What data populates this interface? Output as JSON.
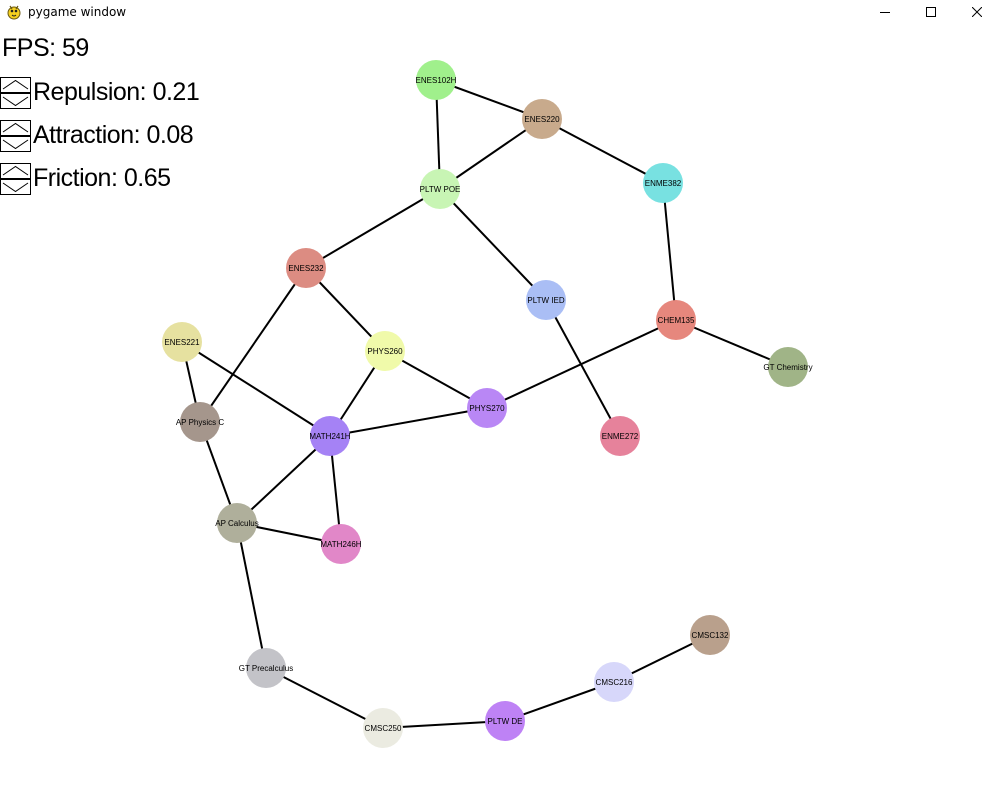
{
  "window": {
    "title": "pygame window",
    "icon": "pygame-snake-icon"
  },
  "controls": {
    "fps_text": "FPS: 59",
    "params": [
      {
        "label": "Repulsion: 0.21",
        "up_icon": "chevron-up-icon",
        "down_icon": "chevron-down-icon"
      },
      {
        "label": "Attraction: 0.08",
        "up_icon": "chevron-up-icon",
        "down_icon": "chevron-down-icon"
      },
      {
        "label": "Friction: 0.65",
        "up_icon": "chevron-up-icon",
        "down_icon": "chevron-down-icon"
      }
    ]
  },
  "graph": {
    "nodes": [
      {
        "id": "ENES102H",
        "label": "ENES102H",
        "color": "#a0f08c"
      },
      {
        "id": "ENES220",
        "label": "ENES220",
        "color": "#c8aa8c"
      },
      {
        "id": "PLTW POE",
        "label": "PLTW POE",
        "color": "#c8f5b4"
      },
      {
        "id": "ENME382",
        "label": "ENME382",
        "color": "#78e1e1"
      },
      {
        "id": "ENES232",
        "label": "ENES232",
        "color": "#dc8c82"
      },
      {
        "id": "PLTW IED",
        "label": "PLTW IED",
        "color": "#aabef5"
      },
      {
        "id": "CHEM135",
        "label": "CHEM135",
        "color": "#e6877d"
      },
      {
        "id": "ENES221",
        "label": "ENES221",
        "color": "#e6e1a0"
      },
      {
        "id": "PHYS260",
        "label": "PHYS260",
        "color": "#f0faaa"
      },
      {
        "id": "GT Chemistry",
        "label": "GT Chemistry",
        "color": "#a0b487"
      },
      {
        "id": "PHYS270",
        "label": "PHYS270",
        "color": "#b987f5"
      },
      {
        "id": "AP Physics C",
        "label": "AP Physics C",
        "color": "#a5968c"
      },
      {
        "id": "MATH241H",
        "label": "MATH241H",
        "color": "#a582f5"
      },
      {
        "id": "ENME272",
        "label": "ENME272",
        "color": "#e6829b"
      },
      {
        "id": "AP Calculus",
        "label": "AP Calculus",
        "color": "#afaf9b"
      },
      {
        "id": "MATH246H",
        "label": "MATH246H",
        "color": "#e187c8"
      },
      {
        "id": "CMSC132",
        "label": "CMSC132",
        "color": "#b9a08c"
      },
      {
        "id": "GT Precalculus",
        "label": "GT Precalculus",
        "color": "#c3c3c8"
      },
      {
        "id": "CMSC216",
        "label": "CMSC216",
        "color": "#d7d7fa"
      },
      {
        "id": "PLTW DE",
        "label": "PLTW DE",
        "color": "#be82f5"
      },
      {
        "id": "CMSC250",
        "label": "CMSC250",
        "color": "#ebebe1"
      }
    ],
    "edges": [
      [
        "ENES102H",
        "ENES220"
      ],
      [
        "ENES102H",
        "PLTW POE"
      ],
      [
        "ENES220",
        "PLTW POE"
      ],
      [
        "ENES220",
        "ENME382"
      ],
      [
        "ENME382",
        "CHEM135"
      ],
      [
        "PLTW POE",
        "ENES232"
      ],
      [
        "PLTW POE",
        "PLTW IED"
      ],
      [
        "PLTW IED",
        "ENME272"
      ],
      [
        "CHEM135",
        "GT Chemistry"
      ],
      [
        "CHEM135",
        "PHYS270"
      ],
      [
        "ENES232",
        "PHYS260"
      ],
      [
        "ENES232",
        "AP Physics C"
      ],
      [
        "ENES221",
        "AP Physics C"
      ],
      [
        "ENES221",
        "MATH241H"
      ],
      [
        "PHYS260",
        "PHYS270"
      ],
      [
        "PHYS260",
        "MATH241H"
      ],
      [
        "PHYS270",
        "MATH241H"
      ],
      [
        "MATH241H",
        "AP Calculus"
      ],
      [
        "MATH241H",
        "MATH246H"
      ],
      [
        "AP Physics C",
        "AP Calculus"
      ],
      [
        "AP Calculus",
        "MATH246H"
      ],
      [
        "AP Calculus",
        "GT Precalculus"
      ],
      [
        "GT Precalculus",
        "CMSC250"
      ],
      [
        "CMSC250",
        "PLTW DE"
      ],
      [
        "PLTW DE",
        "CMSC216"
      ],
      [
        "CMSC216",
        "CMSC132"
      ]
    ]
  }
}
